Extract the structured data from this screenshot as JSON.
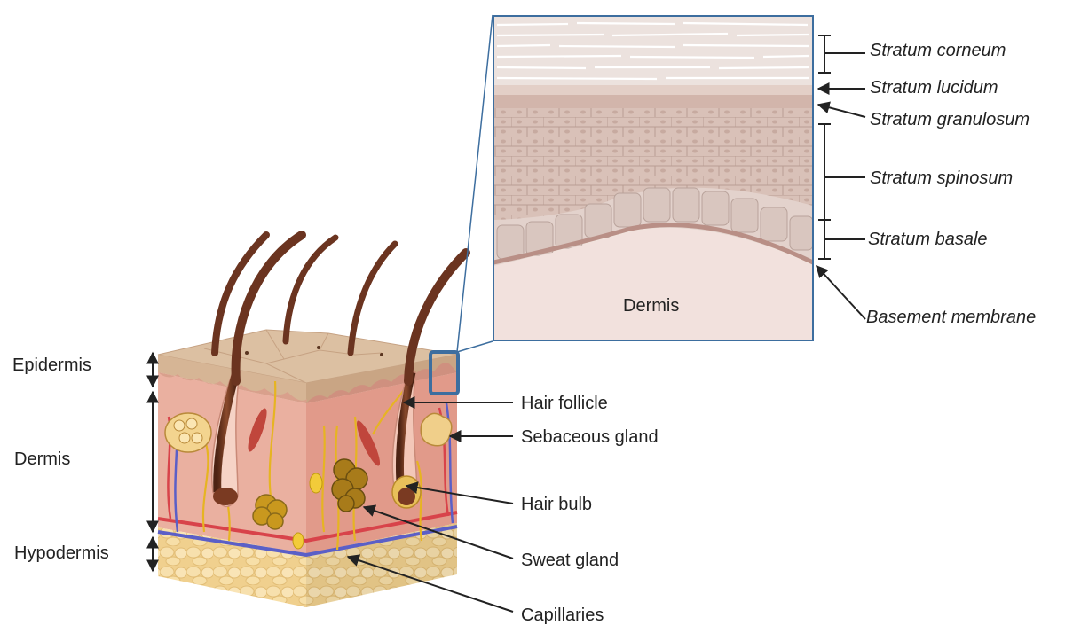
{
  "layers": {
    "epidermis": "Epidermis",
    "dermis": "Dermis",
    "hypodermis": "Hypodermis"
  },
  "structures": {
    "hair_follicle": "Hair follicle",
    "sebaceous_gland": "Sebaceous gland",
    "hair_bulb": "Hair bulb",
    "sweat_gland": "Sweat gland",
    "capillaries": "Capillaries"
  },
  "inset": {
    "dermis": "Dermis",
    "strata": {
      "corneum": "Stratum corneum",
      "lucidum": "Stratum lucidum",
      "granulosum": "Stratum granulosum",
      "spinosum": "Stratum spinosum",
      "basale": "Stratum basale",
      "basement_membrane": "Basement membrane"
    }
  },
  "colors": {
    "inset_border": "#3d6e9f",
    "epidermis": "#d8b99a",
    "dermis": "#e7a898",
    "hypodermis": "#f3d79e",
    "hair": "#6b3420",
    "nerve": "#e6b422",
    "artery": "#d8434a",
    "vein": "#5b5fc7"
  }
}
